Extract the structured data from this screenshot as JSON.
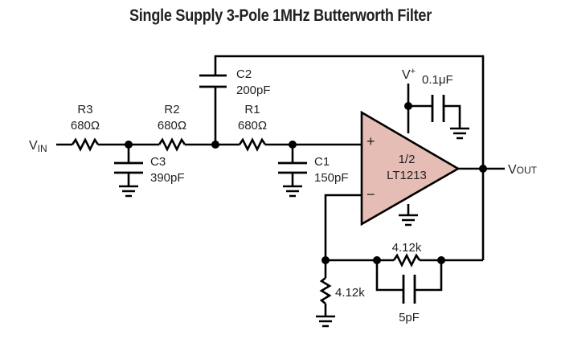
{
  "title": "Single Supply 3-Pole 1MHz Butterworth Filter",
  "colors": {
    "opamp_fill": "#e5bdb4",
    "wire": "#000000",
    "text": "#231f20"
  },
  "nets": {
    "vin": {
      "label": "V",
      "sub": "IN"
    },
    "vout": {
      "label": "V",
      "sub": "OUT"
    },
    "vplus": {
      "label": "V",
      "sup": "+"
    }
  },
  "components": {
    "r3": {
      "name": "R3",
      "value": "680Ω"
    },
    "r2": {
      "name": "R2",
      "value": "680Ω"
    },
    "r1": {
      "name": "R1",
      "value": "680Ω"
    },
    "c3": {
      "name": "C3",
      "value": "390pF"
    },
    "c2": {
      "name": "C2",
      "value": "200pF"
    },
    "c1": {
      "name": "C1",
      "value": "150pF"
    },
    "c_bypass": {
      "value": "0.1μF"
    },
    "r_feedback": {
      "value": "4.12k"
    },
    "r_ground": {
      "value": "4.12k"
    },
    "c_feedback": {
      "value": "5pF"
    },
    "opamp": {
      "line1": "1/2",
      "line2": "LT1213",
      "plus": "+",
      "minus": "−"
    }
  }
}
